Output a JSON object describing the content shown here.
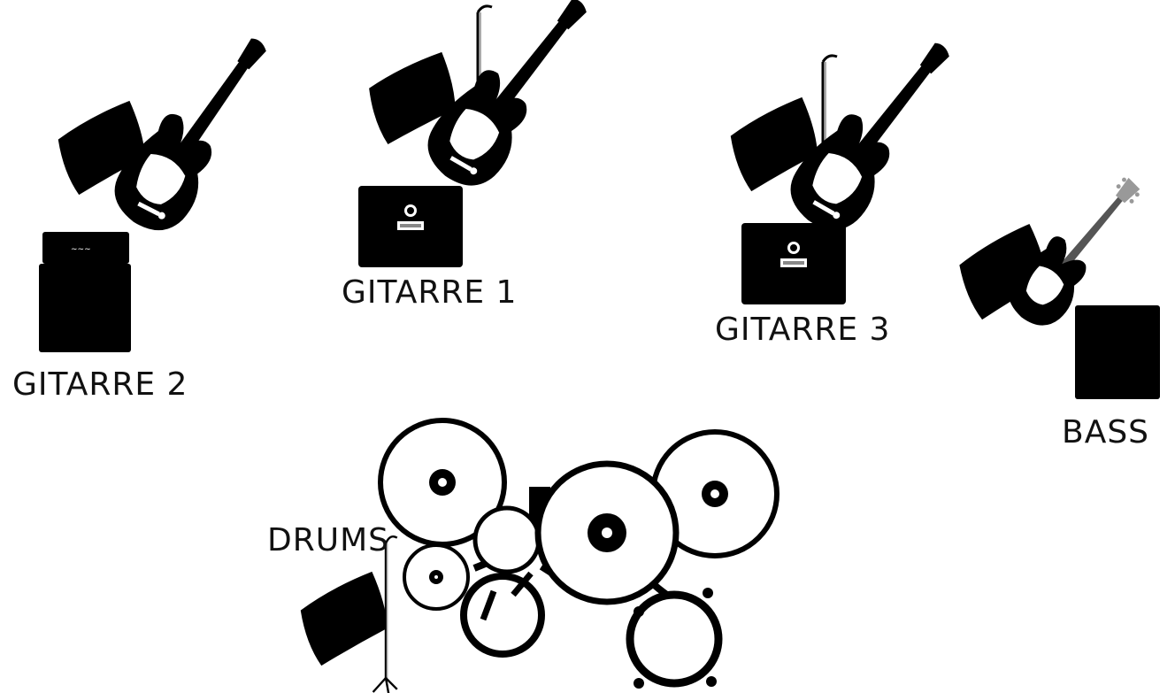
{
  "stations": {
    "gitarre2": {
      "label": "GITARRE 2",
      "items": [
        "monitor-wedge",
        "electric-guitar",
        "stack-amplifier"
      ]
    },
    "gitarre1": {
      "label": "GITARRE 1",
      "items": [
        "monitor-wedge",
        "mic-stand",
        "electric-guitar",
        "combo-amplifier"
      ]
    },
    "gitarre3": {
      "label": "GITARRE 3",
      "items": [
        "monitor-wedge",
        "mic-stand",
        "electric-guitar",
        "combo-amplifier"
      ]
    },
    "bass": {
      "label": "BASS",
      "items": [
        "monitor-wedge",
        "bass-guitar",
        "bass-cabinet"
      ]
    },
    "drums": {
      "label": "DRUMS",
      "items": [
        "monitor-wedge",
        "mic-stand",
        "drum-kit"
      ]
    }
  },
  "colors": {
    "ink": "#000000",
    "background": "#ffffff",
    "guitar_body_white": "#ffffff"
  },
  "icons": [
    "monitor-wedge-icon",
    "electric-guitar-icon",
    "bass-guitar-icon",
    "mic-stand-icon",
    "stack-amplifier-icon",
    "combo-amplifier-icon",
    "bass-cabinet-icon",
    "cymbal-icon",
    "drum-icon",
    "bass-drum-icon"
  ]
}
